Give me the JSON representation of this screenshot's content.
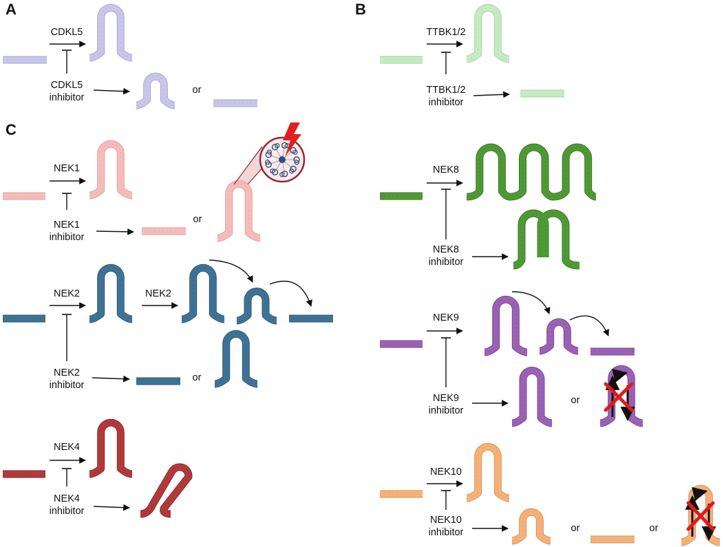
{
  "panels": {
    "A": {
      "letter": "A",
      "kinase": "CDKL5",
      "inhibitor": [
        "CDKL5",
        "inhibitor"
      ],
      "or": "or",
      "color": "#c9c6ea",
      "edge": "#a9a4d6"
    },
    "B": {
      "letter": "B",
      "kinase": "TTBK1/2",
      "inhibitor": [
        "TTBK1/2",
        "inhibitor"
      ],
      "color": "#c6ebc3",
      "edge": "#a3d69f"
    },
    "C": {
      "letter": "C",
      "nek1": {
        "kinase": "NEK1",
        "inhibitor": [
          "NEK1",
          "inhibitor"
        ],
        "or": "or",
        "color": "#f5bcbc",
        "edge": "#e69c9c"
      },
      "nek2": {
        "kinase": "NEK2",
        "kinase_second": "NEK2",
        "inhibitor": [
          "NEK2",
          "inhibitor"
        ],
        "or": "or",
        "color": "#3f7396",
        "edge": "#2a5673"
      },
      "nek4": {
        "kinase": "NEK4",
        "inhibitor": [
          "NEK4",
          "inhibitor"
        ],
        "color": "#b23a3a",
        "edge": "#8a2626"
      },
      "nek8": {
        "kinase": "NEK8",
        "inhibitor": [
          "NEK8",
          "inhibitor"
        ],
        "color": "#4f9a35",
        "edge": "#367723"
      },
      "nek9": {
        "kinase": "NEK9",
        "inhibitor": [
          "NEK9",
          "inhibitor"
        ],
        "or": "or",
        "color": "#9b62b5",
        "edge": "#784394"
      },
      "nek10": {
        "kinase": "NEK10",
        "inhibitor": [
          "NEK10",
          "inhibitor"
        ],
        "or1": "or",
        "or2": "or",
        "color": "#f4b27a",
        "edge": "#dc9050"
      }
    }
  },
  "icons": {
    "lightning": "lightning-bolt-icon",
    "cross_section": "axoneme-cross-section-icon",
    "red_x": "red-x-icon"
  },
  "colors": {
    "arrow": "#111111",
    "bolt": "#e02020",
    "x": "#e31b1b",
    "magnifier": "#8a2a3a"
  }
}
